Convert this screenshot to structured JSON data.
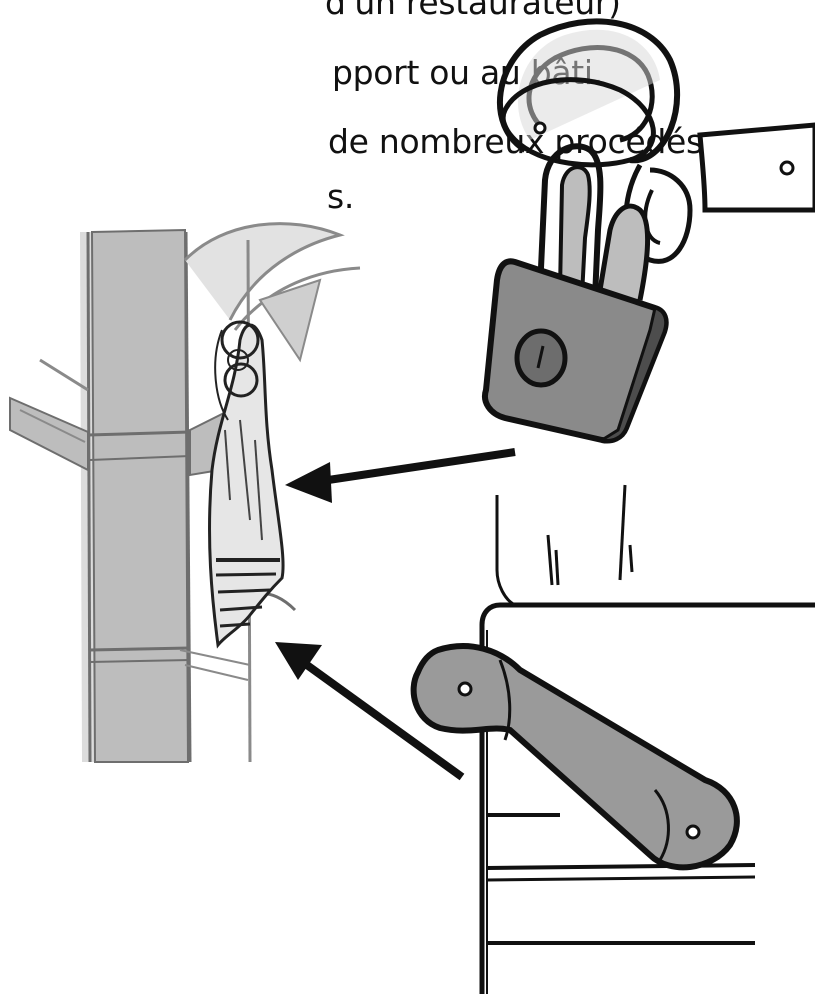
{
  "text": {
    "line_1": "d'un restaurateur)",
    "line_2": "pport ou au bâti.",
    "line_3": "de nombreux procédés",
    "line_4": "s."
  },
  "illustration": {
    "description_icons": [
      "padlock-icon",
      "chain-icon",
      "hasp-icon",
      "arrow-icon"
    ],
    "stroke_color": "#111111",
    "metal_fill": "#8a8a8a",
    "light_fill": "#c8c8c8"
  }
}
